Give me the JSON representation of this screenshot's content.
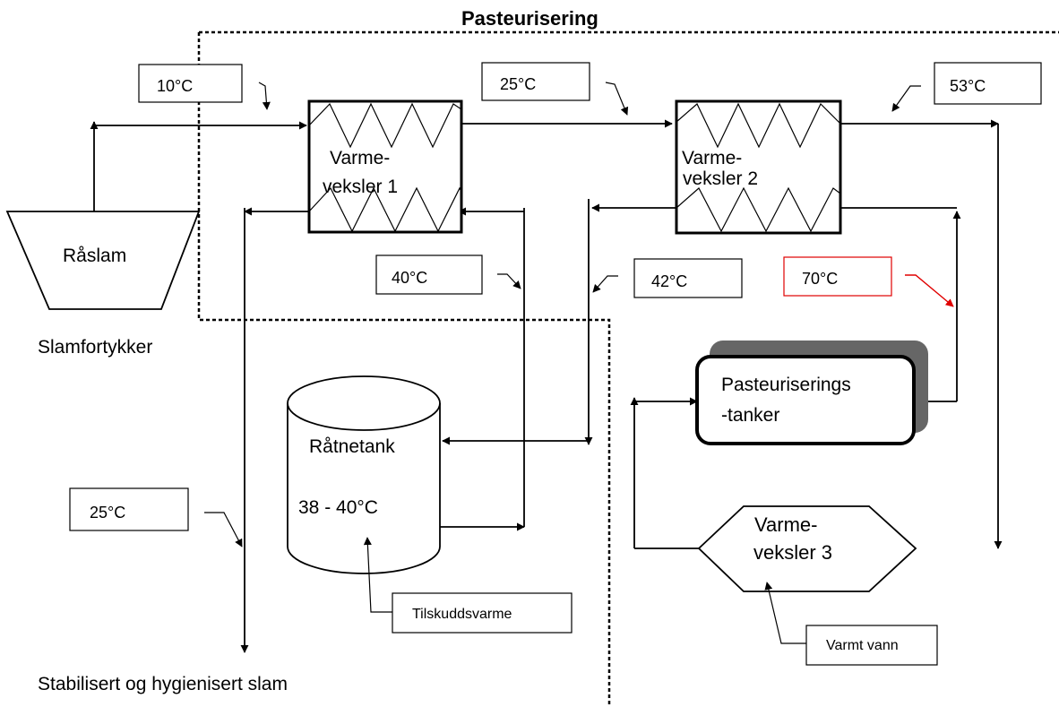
{
  "title": "Pasteurisering",
  "equipment": {
    "hx1_line1": "Varme-",
    "hx1_line2": "veksler 1",
    "hx2_line1": "Varme-",
    "hx2_line2": "veksler 2",
    "hx3_line1": "Varme-",
    "hx3_line2": "veksler 3",
    "raslam": "Råslam",
    "slamfortykker": "Slamfortykker",
    "ratnetank": "Råtnetank",
    "ratnetank_temp": "38 - 40°C",
    "past_tank_line1": "Pasteuriserings",
    "past_tank_line2": "-tanker"
  },
  "temperatures": {
    "t10": "10°C",
    "t25_top": "25°C",
    "t53": "53°C",
    "t40": "40°C",
    "t42": "42°C",
    "t70": "70°C",
    "t25_out": "25°C"
  },
  "labels": {
    "tilskuddsvarme": "Tilskuddsvarme",
    "varmt_vann": "Varmt vann",
    "output": "Stabilisert og hygienisert slam"
  },
  "colors": {
    "highlight": "#e00000",
    "shadow": "#666666"
  }
}
